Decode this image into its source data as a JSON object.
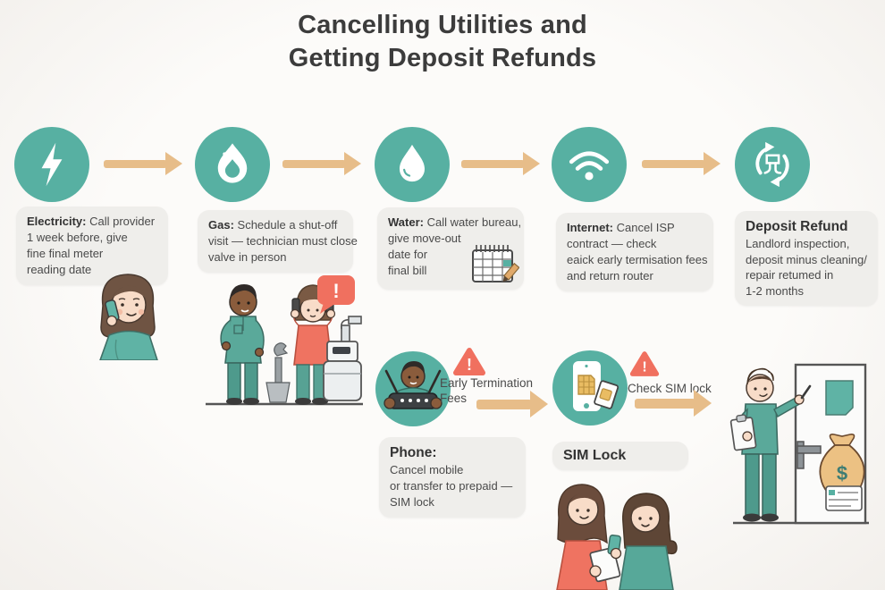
{
  "palette": {
    "teal": "#57b0a2",
    "teal_dark": "#4e9a8c",
    "arrow_tan": "#e7bd89",
    "coral": "#f0705f",
    "box_gray": "#efeeeb",
    "title_gray": "#3c3c3c",
    "text_gray": "#4a4a4a",
    "gold": "#e9bc63"
  },
  "title": {
    "line1": "Cancelling Utilities and",
    "line2": "Getting Deposit Refunds"
  },
  "steps": {
    "electricity": {
      "label": "Electricity:",
      "lines": [
        "Call provider",
        "1 week before, give",
        "fine final meter",
        "reading date"
      ]
    },
    "gas": {
      "label": "Gas:",
      "lines": [
        "Schedule a shut-off",
        "visit — technician must close",
        "valve in person"
      ]
    },
    "water": {
      "label": "Water:",
      "lines": [
        "Call water bureau,",
        "give move-out",
        "date for",
        "final bill"
      ]
    },
    "internet": {
      "label": "Internet:",
      "lines": [
        "Cancel ISP",
        "contract — check",
        "eaick early termisation fees",
        "and return router"
      ]
    },
    "deposit": {
      "label": "Deposit Refund",
      "lines": [
        "Landlord inspection,",
        "deposit minus cleaning/",
        "repair retumed in",
        "1-2 months"
      ]
    },
    "phone": {
      "label": "Phone:",
      "lines": [
        "Cancel mobile",
        "or transfer to prepaid —",
        "SIM lock"
      ]
    },
    "sim": {
      "label": "SIM Lock"
    }
  },
  "annotations": {
    "early_termination": "Early Termination Fees",
    "check_sim": "Check SIM lock",
    "warning_glyph": "!",
    "dollar_glyph": "$"
  },
  "icons": {
    "electricity": "lightning-icon",
    "gas": "flame-icon",
    "water": "drop-icon",
    "internet": "wifi-icon",
    "deposit": "refund-cycle-icon",
    "deposit_glyph": "兄",
    "warning": "warning-triangle-icon",
    "calendar": "calendar-icon"
  }
}
